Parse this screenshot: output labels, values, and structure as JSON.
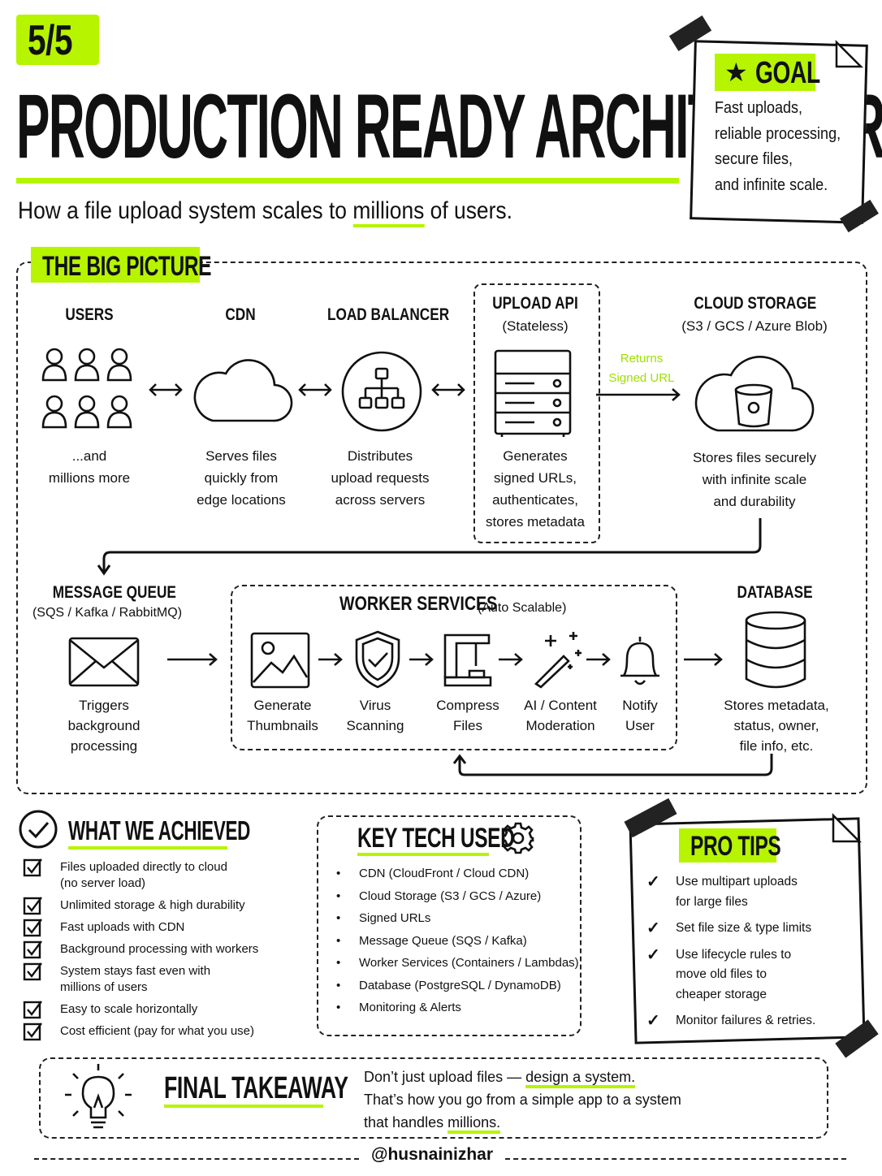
{
  "header": {
    "badge": "5/5",
    "title": "PRODUCTION READY ARCHITECTURE",
    "subtitle_pre": "How a file upload system scales to ",
    "subtitle_em": "millions",
    "subtitle_post": " of users."
  },
  "goal": {
    "title": "GOAL",
    "lines": [
      "Fast uploads,",
      "reliable processing,",
      "secure files,",
      "and infinite scale."
    ]
  },
  "big_picture": {
    "title": "THE BIG PICTURE",
    "users": {
      "title": "USERS",
      "desc": [
        "...and",
        "millions more"
      ]
    },
    "cdn": {
      "title": "CDN",
      "desc": [
        "Serves files",
        "quickly from",
        "edge locations"
      ]
    },
    "lb": {
      "title": "LOAD BALANCER",
      "desc": [
        "Distributes",
        "upload requests",
        "across servers"
      ]
    },
    "api": {
      "title": "UPLOAD API",
      "sub": "(Stateless)",
      "desc": [
        "Generates",
        "signed URLs,",
        "authenticates,",
        "stores metadata"
      ]
    },
    "arrow_label": [
      "Returns",
      "Signed URL"
    ],
    "storage": {
      "title": "CLOUD STORAGE",
      "sub": "(S3 / GCS / Azure Blob)",
      "desc": [
        "Stores files securely",
        "with infinite scale",
        "and durability"
      ]
    },
    "queue": {
      "title": "MESSAGE QUEUE",
      "sub": "(SQS / Kafka / RabbitMQ)",
      "desc": [
        "Triggers",
        "background",
        "processing"
      ]
    },
    "workers": {
      "title": "WORKER SERVICES",
      "sub": "(Auto Scalable)",
      "items": [
        {
          "l1": "Generate",
          "l2": "Thumbnails"
        },
        {
          "l1": "Virus",
          "l2": "Scanning"
        },
        {
          "l1": "Compress",
          "l2": "Files"
        },
        {
          "l1": "AI / Content",
          "l2": "Moderation"
        },
        {
          "l1": "Notify",
          "l2": "User"
        }
      ]
    },
    "db": {
      "title": "DATABASE",
      "desc": [
        "Stores metadata,",
        "status, owner,",
        "file info, etc."
      ]
    }
  },
  "achieved": {
    "title": "WHAT WE ACHIEVED",
    "items": [
      [
        "Files uploaded directly to cloud",
        "(no server load)"
      ],
      [
        "Unlimited storage & high durability"
      ],
      [
        "Fast uploads with CDN"
      ],
      [
        "Background processing with workers"
      ],
      [
        "System stays fast even with",
        "millions of users"
      ],
      [
        "Easy to scale horizontally"
      ],
      [
        "Cost efficient (pay for what you use)"
      ]
    ]
  },
  "tech": {
    "title": "KEY TECH USED",
    "items": [
      "CDN (CloudFront / Cloud CDN)",
      "Cloud Storage (S3 / GCS / Azure)",
      "Signed URLs",
      "Message Queue (SQS / Kafka)",
      "Worker Services (Containers / Lambdas)",
      "Database (PostgreSQL / DynamoDB)",
      "Monitoring & Alerts"
    ]
  },
  "tips": {
    "title": "PRO TIPS",
    "items": [
      [
        "Use multipart uploads",
        "for large files"
      ],
      [
        "Set file size & type limits"
      ],
      [
        "Use lifecycle rules to",
        "move old files to",
        "cheaper storage"
      ],
      [
        "Monitor failures & retries."
      ]
    ]
  },
  "takeaway": {
    "title": "FINAL TAKEAWAY",
    "l1_pre": "Don’t just upload files — ",
    "l1_em": "design a system.",
    "l2": "That’s how you go from a simple app to a system",
    "l3_pre": "that handles ",
    "l3_em": "millions."
  },
  "footer": {
    "handle": "@husnainizhar"
  },
  "colors": {
    "accent": "#b6f400",
    "ink": "#111111"
  }
}
